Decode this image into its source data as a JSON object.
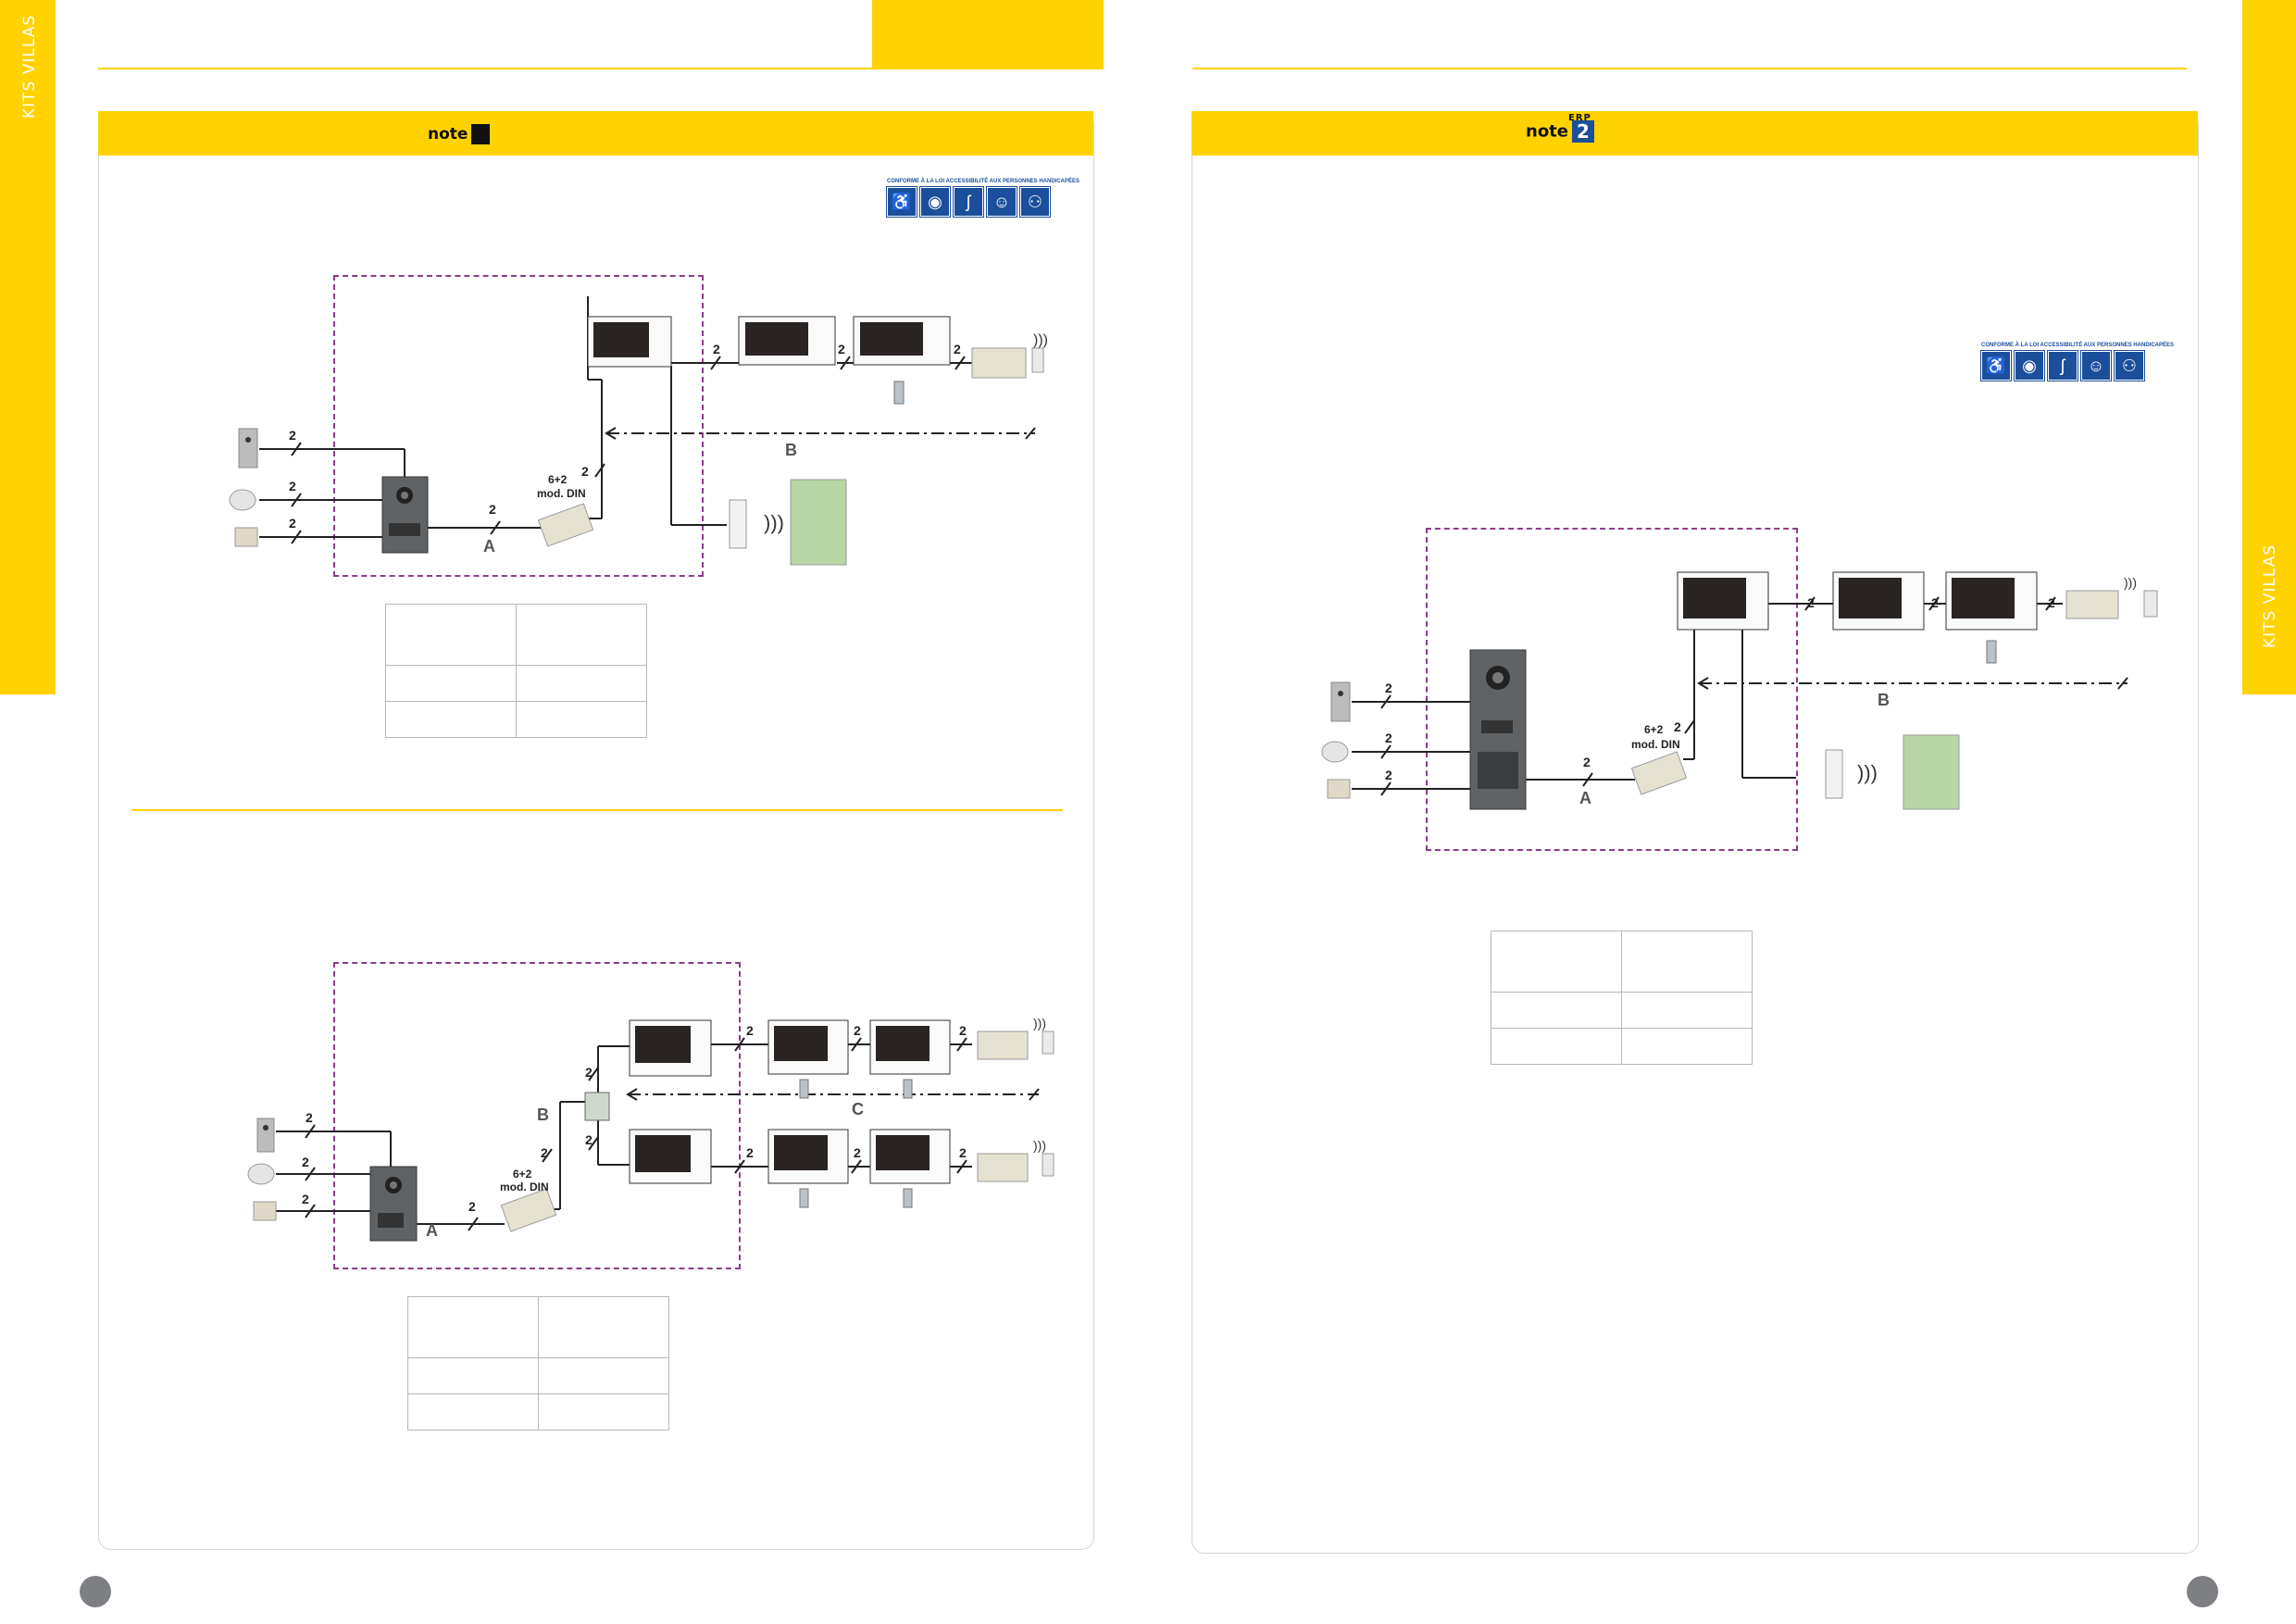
{
  "side": {
    "left_label": "KITS VILLAS",
    "right_label": "KITS VILLAS"
  },
  "left": {
    "note_logo": "note",
    "diagram1": {
      "cable_count": "2",
      "din_label_1": "6+2",
      "din_label_2": "mod. DIN",
      "label_a": "A",
      "label_b": "B"
    },
    "diagram2": {
      "cable_count": "2",
      "din_label_1": "6+2",
      "din_label_2": "mod. DIN",
      "label_a": "A",
      "label_b": "B",
      "label_c": "C"
    }
  },
  "right": {
    "note_logo": "note",
    "note_number": "2",
    "erp_label": "ERP",
    "diagram": {
      "cable_count": "2",
      "din_label_1": "6+2",
      "din_label_2": "mod. DIN",
      "label_a": "A",
      "label_b": "B"
    }
  },
  "accessibility_caption": "CONFORME À LA LOI ACCESSIBILITÉ AUX PERSONNES HANDICAPÉES",
  "colors": {
    "brand_yellow": "#ffd200",
    "frame_purple": "#8a3e8a",
    "access_blue": "#1b4f9c"
  },
  "icons": [
    "wheelchair-icon",
    "low-vision-icon",
    "hearing-icon",
    "cognitive-icon",
    "elderly-icon"
  ]
}
